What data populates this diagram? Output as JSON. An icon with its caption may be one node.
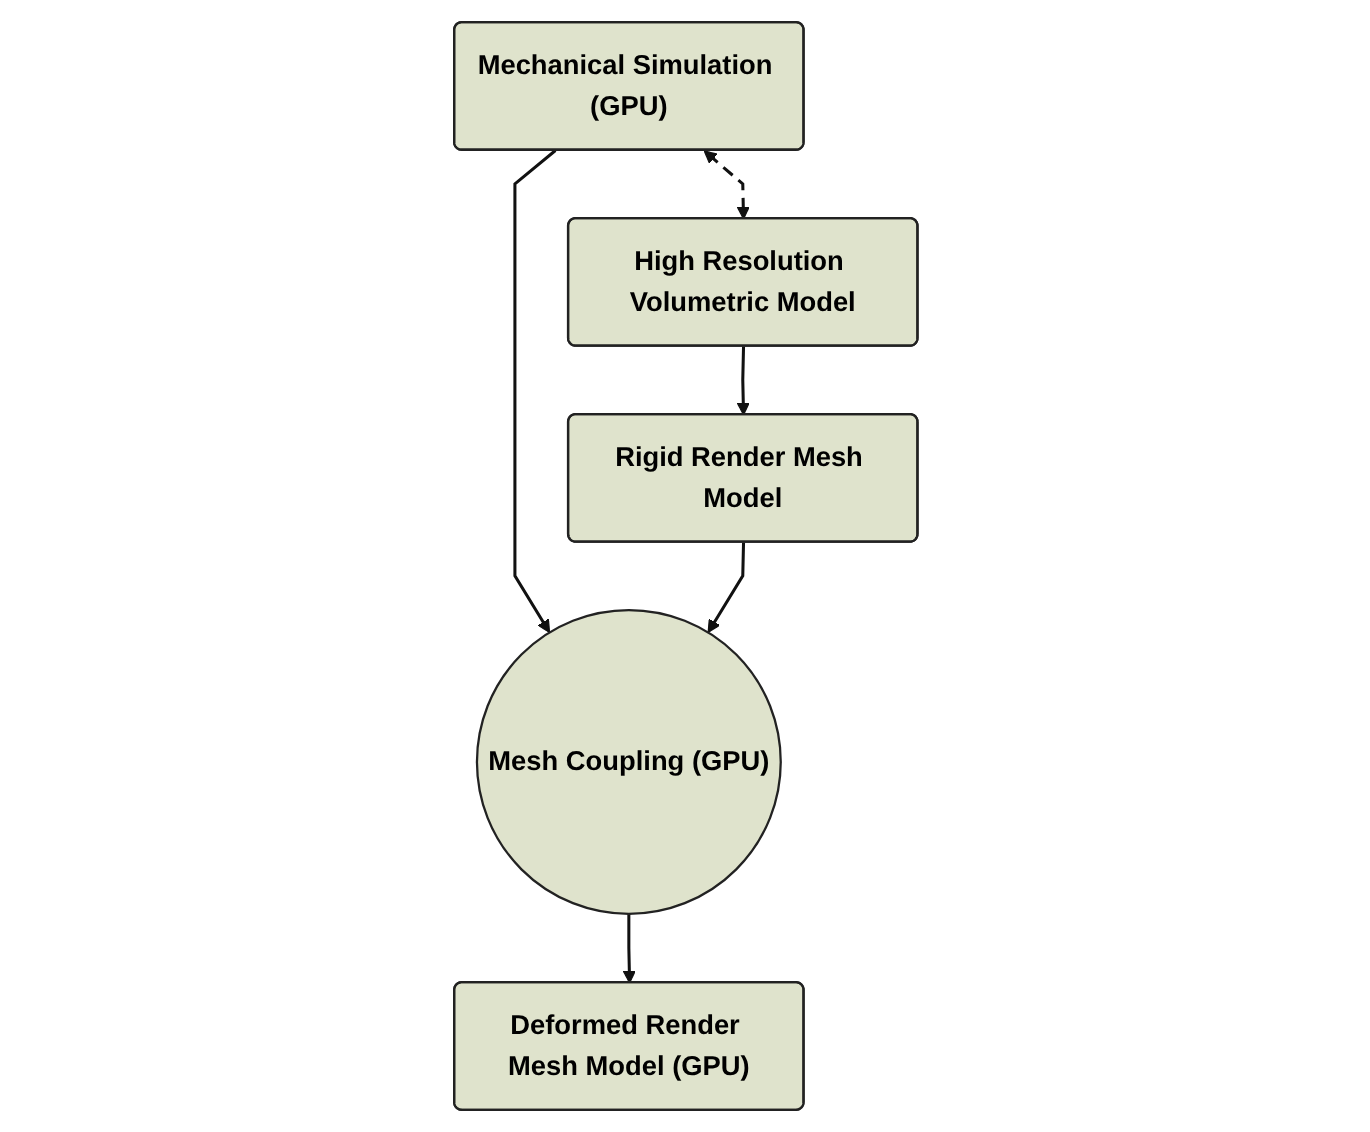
{
  "diagram": {
    "nodes": [
      {
        "text": [
          "Mechanical Simulation (GPU)"
        ]
      },
      {
        "text": [
          "High Resolution Volumetric Model"
        ]
      },
      {
        "text": [
          "Rigid Render Mesh Model"
        ]
      },
      {
        "text": [
          "Mesh Coupling (GPU)"
        ]
      },
      {
        "text": [
          "Deformed Render Mesh Model (GPU)"
        ]
      }
    ],
    "edges": [
      {
        "from": 0,
        "to": 1,
        "arrow": "both",
        "style": "dashed"
      },
      {
        "from": 1,
        "to": 2,
        "arrow": "to"
      },
      {
        "from": 0,
        "to": 3,
        "arrow": "to"
      },
      {
        "from": 2,
        "to": 3,
        "arrow": "to"
      },
      {
        "from": 3,
        "to": 4,
        "arrow": "to"
      }
    ]
  }
}
